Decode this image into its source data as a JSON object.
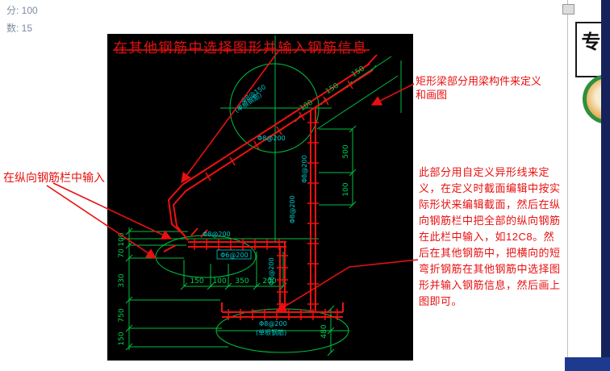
{
  "page": {
    "top_left_line1": "分: 100",
    "top_left_line2": "数: 15"
  },
  "annotations": {
    "top": "在其他钢筋中选择图形并输入钢筋信息",
    "left": "在纵向钢筋栏中输入",
    "right_title": "矩形梁部分用梁构件来定义和画图",
    "paragraph": "此部分用自定义异形线来定义，在定义时截面编辑中按实际形状来编辑截面，然后在纵向钢筋栏中把全部的纵向钢筋在此栏中输入，如12C8。然后在其他钢筋中，把横向的短弯折钢筋在其他钢筋中选择图形并输入钢筋信息，然后画上图即可。",
    "accent_color": "#e81010"
  },
  "drawing": {
    "colors": {
      "background": "#000000",
      "construction_green": "#00c040",
      "rebar_red": "#ee1111",
      "label_cyan": "#00cccc"
    },
    "rebar_labels": [
      {
        "text": "Φ8@150"
      },
      {
        "text": "(单根钢筋)"
      },
      {
        "text": "Φ8@200"
      },
      {
        "text": "Φ8@200"
      },
      {
        "text": "Φ8@200"
      },
      {
        "text": "Φ8@200"
      },
      {
        "text": "Φ6@200"
      },
      {
        "text": "Φ8@200"
      },
      {
        "text": "Φ8@200"
      },
      {
        "text": "(单根钢筋)"
      }
    ],
    "dimensions": {
      "left": [
        "100",
        "70",
        "330",
        "750",
        "150"
      ],
      "bottom": [
        "150",
        "100",
        "350",
        "200"
      ],
      "right": [
        "500",
        "100"
      ],
      "bottom_right": [
        "480"
      ],
      "diagonal": [
        "150",
        "150",
        "100"
      ]
    }
  },
  "side_panel": {
    "banner_char": "专"
  }
}
